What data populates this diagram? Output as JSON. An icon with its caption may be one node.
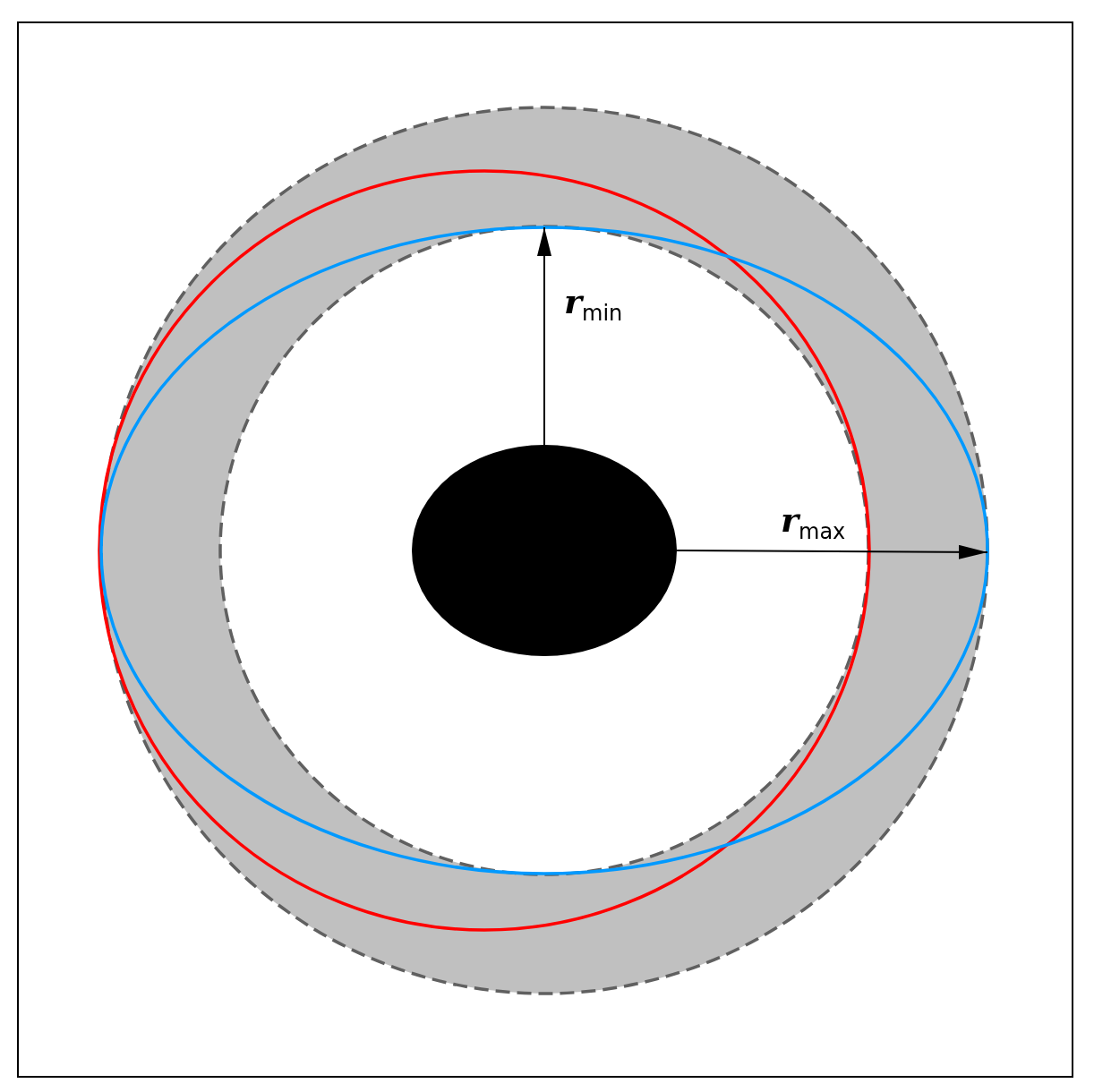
{
  "diagram": {
    "nodes": [
      {
        "text": [],
        "shape": "circle"
      }
    ],
    "labels": [
      "**r**$_{min}$",
      "**r**$_{max}$"
    ]
  }
}
